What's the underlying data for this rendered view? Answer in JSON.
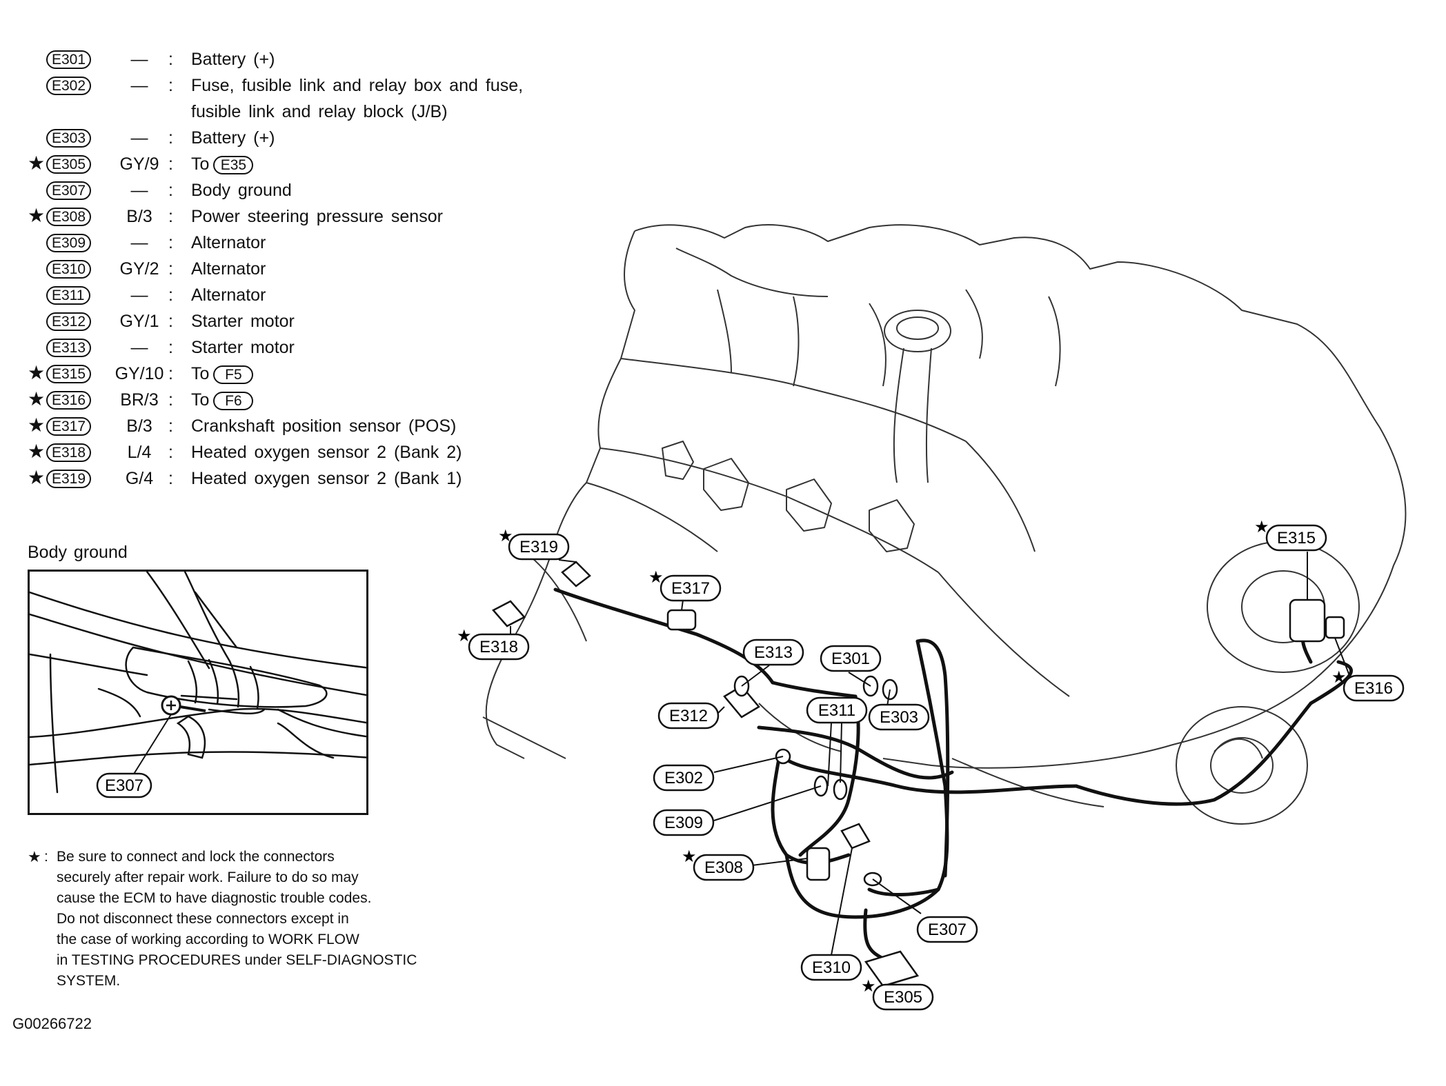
{
  "legend": [
    {
      "code": "E301",
      "wire": "—",
      "desc": "Battery (+)",
      "star": false
    },
    {
      "code": "E302",
      "wire": "—",
      "desc": "Fuse, fusible link and relay box and fuse,",
      "desc2": "fusible link and relay block (J/B)",
      "star": false
    },
    {
      "code": "E303",
      "wire": "—",
      "desc": "Battery (+)",
      "star": false
    },
    {
      "code": "E305",
      "wire": "GY/9",
      "desc": "To",
      "to": "E35",
      "star": true
    },
    {
      "code": "E307",
      "wire": "—",
      "desc": "Body ground",
      "star": false
    },
    {
      "code": "E308",
      "wire": "B/3",
      "desc": "Power steering pressure sensor",
      "star": true
    },
    {
      "code": "E309",
      "wire": "—",
      "desc": "Alternator",
      "star": false
    },
    {
      "code": "E310",
      "wire": "GY/2",
      "desc": "Alternator",
      "star": false
    },
    {
      "code": "E311",
      "wire": "—",
      "desc": "Alternator",
      "star": false
    },
    {
      "code": "E312",
      "wire": "GY/1",
      "desc": "Starter motor",
      "star": false
    },
    {
      "code": "E313",
      "wire": "—",
      "desc": "Starter motor",
      "star": false
    },
    {
      "code": "E315",
      "wire": "GY/10",
      "desc": "To",
      "to": "F5",
      "star": true
    },
    {
      "code": "E316",
      "wire": "BR/3",
      "desc": "To",
      "to": "F6",
      "star": true
    },
    {
      "code": "E317",
      "wire": "B/3",
      "desc": "Crankshaft position sensor (POS)",
      "star": true
    },
    {
      "code": "E318",
      "wire": "L/4",
      "desc": "Heated oxygen sensor 2 (Bank 2)",
      "star": true
    },
    {
      "code": "E319",
      "wire": "G/4",
      "desc": "Heated oxygen sensor 2 (Bank 1)",
      "star": true
    }
  ],
  "star_symbol": "★",
  "colon": ":",
  "body_ground": {
    "title": "Body ground",
    "label": "E307"
  },
  "note": {
    "lines": [
      "Be sure to connect and lock the connectors",
      "securely after repair work. Failure to do so may",
      "cause the ECM to have diagnostic trouble codes.",
      "Do not disconnect these connectors except in",
      "the case of working according to WORK FLOW",
      "in TESTING PROCEDURES under SELF-DIAGNOSTIC",
      "SYSTEM."
    ]
  },
  "figure_id": "G00266722",
  "callouts": {
    "E319": "E319",
    "E317": "E317",
    "E318": "E318",
    "E313": "E313",
    "E301": "E301",
    "E312": "E312",
    "E311": "E311",
    "E303": "E303",
    "E302": "E302",
    "E309": "E309",
    "E308": "E308",
    "E307": "E307",
    "E310": "E310",
    "E305": "E305",
    "E315": "E315",
    "E316": "E316"
  }
}
